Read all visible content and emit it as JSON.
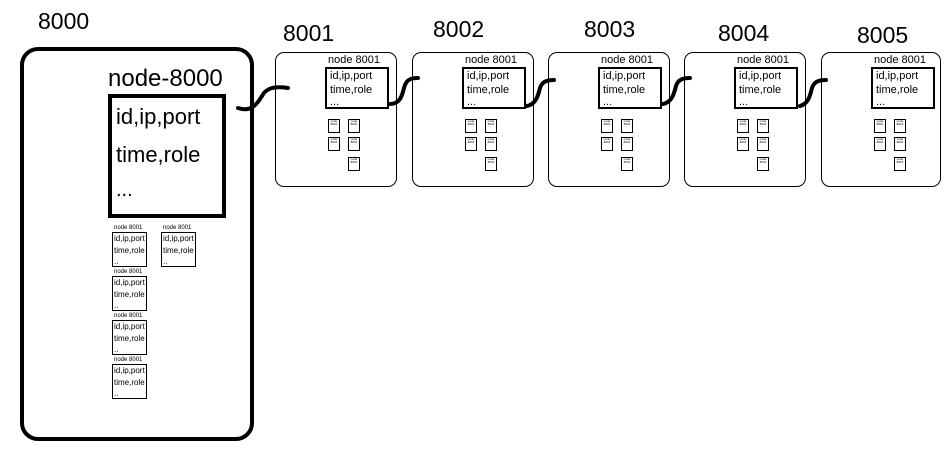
{
  "nodes": [
    {
      "port": "8000",
      "node_name": "node-8000",
      "info_lines": [
        "id,ip,port",
        "time,role",
        "..."
      ],
      "peer_entries": [
        {
          "title": "node 8001",
          "lines": [
            "id,ip,port",
            "time,role",
            ".."
          ]
        },
        {
          "title": "node 8001",
          "lines": [
            "id,ip,port",
            "time,role",
            ".."
          ]
        },
        {
          "title": "node 8001",
          "lines": [
            "id,ip,port",
            "time,role",
            ".."
          ]
        },
        {
          "title": "node 8001",
          "lines": [
            "id,ip,port",
            "time,role",
            ".."
          ]
        },
        {
          "title": "node 8001",
          "lines": [
            "id,ip,port",
            "time,role",
            ".."
          ]
        }
      ]
    },
    {
      "port": "8001",
      "node_name": "node 8001",
      "info_lines": [
        "id,ip,port",
        "time,role",
        "..."
      ]
    },
    {
      "port": "8002",
      "node_name": "node 8001",
      "info_lines": [
        "id,ip,port",
        "time,role",
        "..."
      ]
    },
    {
      "port": "8003",
      "node_name": "node 8001",
      "info_lines": [
        "id,ip,port",
        "time,role",
        "..."
      ]
    },
    {
      "port": "8004",
      "node_name": "node 8001",
      "info_lines": [
        "id,ip,port",
        "time,role",
        "..."
      ]
    },
    {
      "port": "8005",
      "node_name": "node 8001",
      "info_lines": [
        "id,ip,port",
        "time,role",
        "..."
      ]
    }
  ],
  "mini_icon_text": "node 8001"
}
